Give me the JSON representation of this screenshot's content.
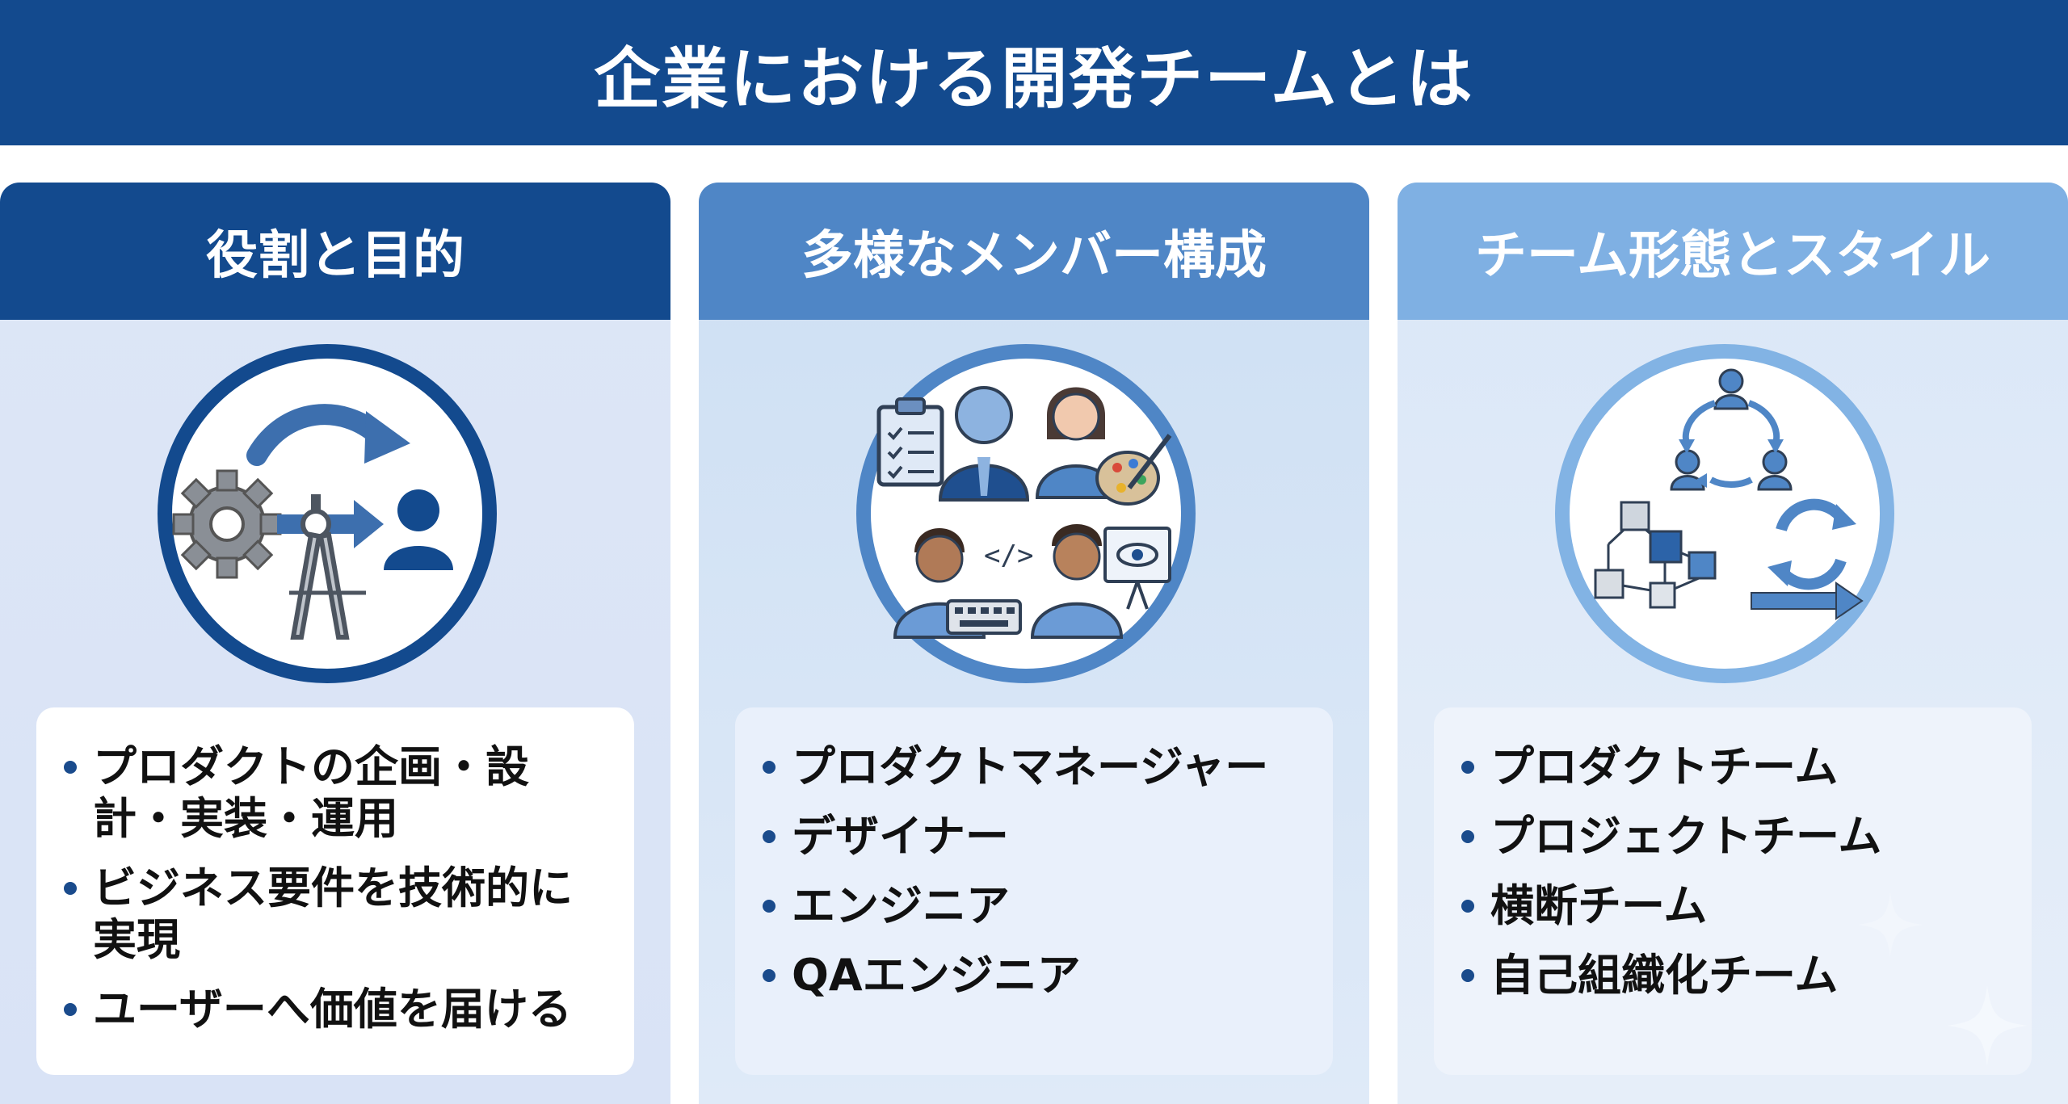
{
  "title": "企業における開発チームとは",
  "colors": {
    "banner": "#134a8e",
    "col1_header": "#134a8e",
    "col2_header": "#4f86c6",
    "col3_header": "#7fb0e3"
  },
  "columns": [
    {
      "heading": "役割と目的",
      "icon": "gear-compass-arrow-person-icon",
      "items": [
        "プロダクトの企画・設計・実装・運用",
        "ビジネス要件を技術的に実現",
        "ユーザーへ価値を届ける"
      ]
    },
    {
      "heading": "多様なメンバー構成",
      "icon": "team-members-icon",
      "items": [
        "プロダクトマネージャー",
        "デザイナー",
        "エンジニア",
        "QAエンジニア"
      ]
    },
    {
      "heading": "チーム形態とスタイル",
      "icon": "team-cycle-blocks-icon",
      "items": [
        "プロダクトチーム",
        "プロジェクトチーム",
        "横断チーム",
        "自己組織化チーム"
      ]
    }
  ]
}
